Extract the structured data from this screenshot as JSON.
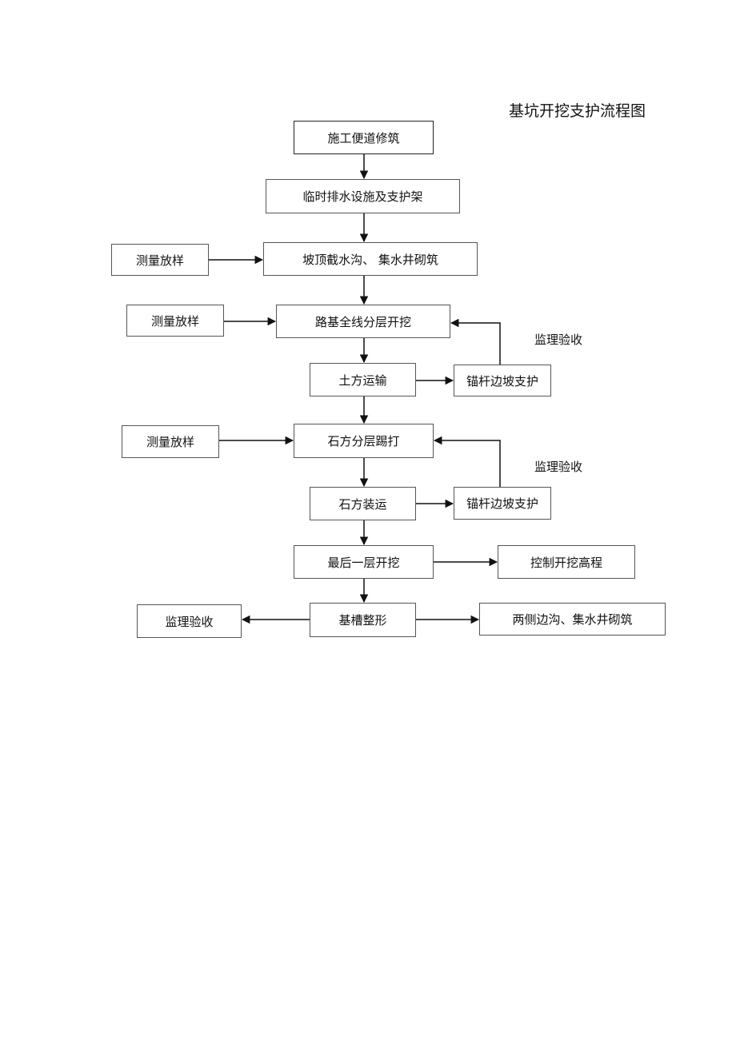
{
  "title": "基坑开挖支护流程图",
  "nodes": {
    "road": "施工便道修筑",
    "drainage": "临时排水设施及支护架",
    "ditch": "坡顶截水沟、 集水井砌筑",
    "survey1": "测量放样",
    "survey2": "测量放样",
    "survey3": "测量放样",
    "layer_excavation": "路基全线分层开挖",
    "earth_transport": "土方运输",
    "anchor1": "锚杆边坡支护",
    "rock_blasting": "石方分层踢打",
    "rock_loading": "石方装运",
    "anchor2": "锚杆边坡支护",
    "last_layer": "最后一层开挖",
    "elevation": "控制开挖高程",
    "trench": "基槽整形",
    "inspection3": "监理验收",
    "side_ditch": "两侧边沟、集水井砌筑"
  },
  "notes": {
    "inspection1": "监理验收",
    "inspection2": "监理验收"
  }
}
